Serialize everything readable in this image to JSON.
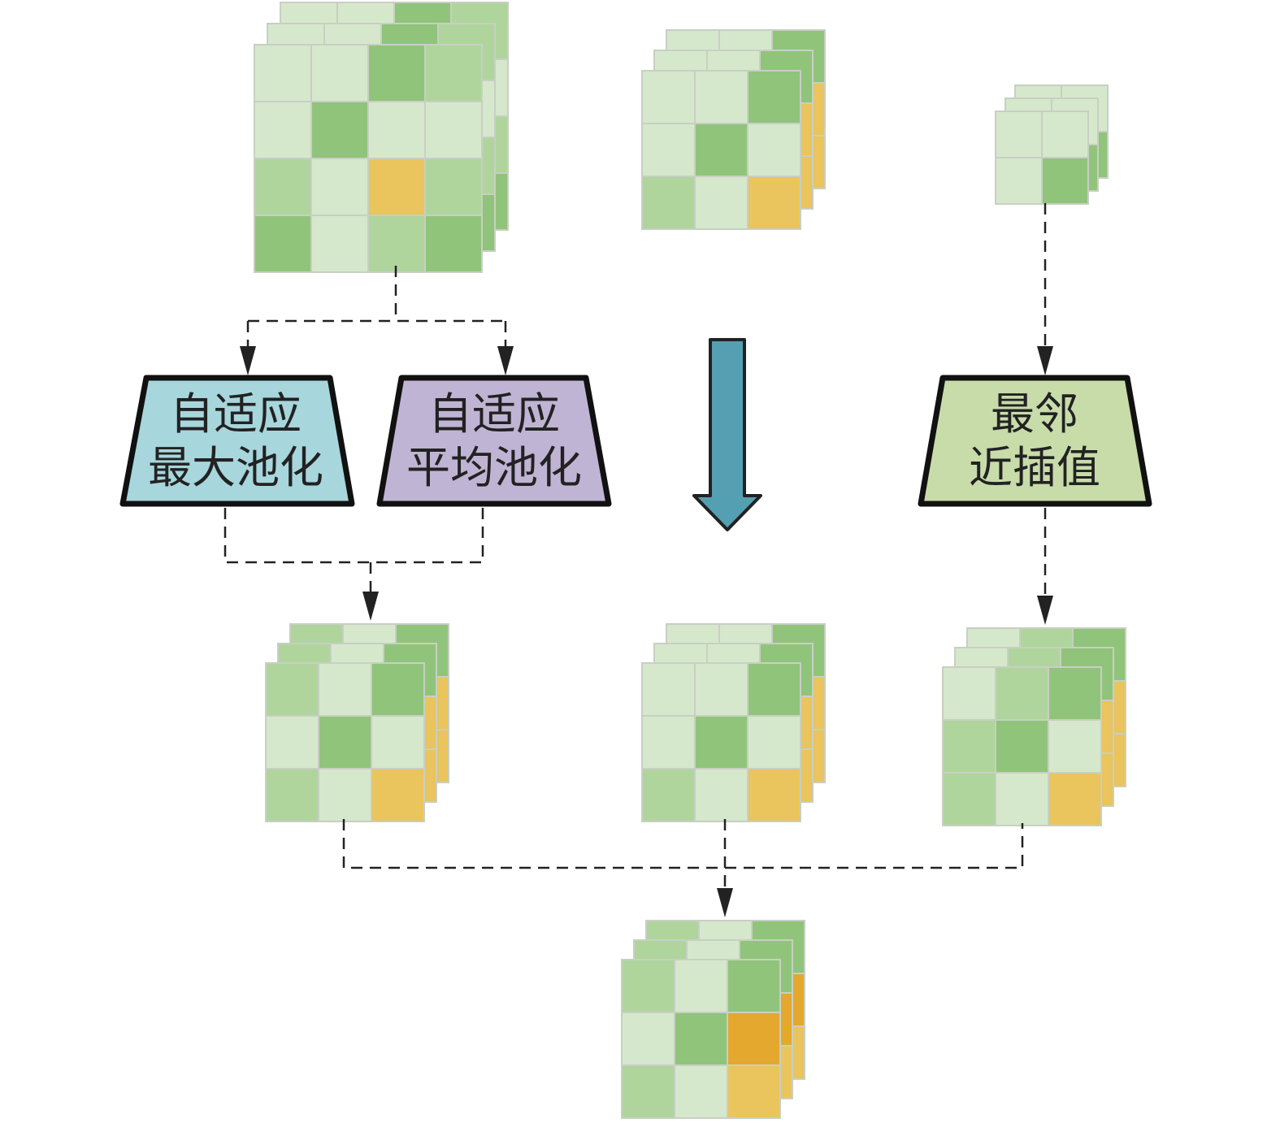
{
  "colors": {
    "light_green": "#d6e8cc",
    "mid_green": "#afd59d",
    "dark_green": "#90c47b",
    "yellow": "#eac45c",
    "orange": "#e4a82e",
    "max_pool_box": "#a7d6dc",
    "avg_pool_box": "#c0b4d4",
    "nearest_box": "#c8dcaa",
    "main_arrow": "#54a0b2",
    "connector": "#222222"
  },
  "boxes": {
    "max_pool": {
      "line1": "自适应",
      "line2": "最大池化"
    },
    "avg_pool": {
      "line1": "自适应",
      "line2": "平均池化"
    },
    "nearest": {
      "line1": "最邻",
      "line2": "近插值"
    }
  }
}
